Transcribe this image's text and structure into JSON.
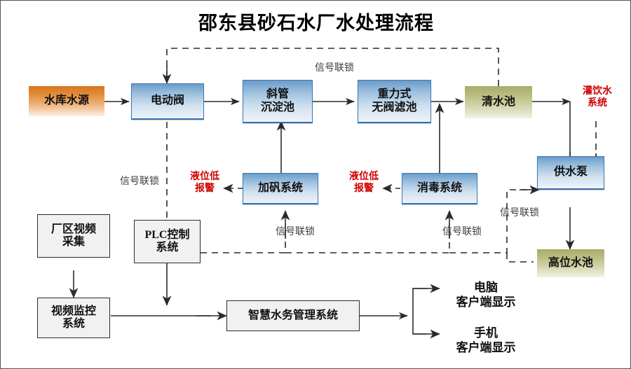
{
  "title": "邵东县砂石水厂水处理流程",
  "nodes": {
    "source": "水库水源",
    "valve": "电动阀",
    "settling": "斜管\n沉淀池",
    "settling_l1": "斜管",
    "settling_l2": "沉淀池",
    "filter_l1": "重力式",
    "filter_l2": "无阀滤池",
    "clearwell": "清水池",
    "alum": "加矾系统",
    "disinfect": "消毒系统",
    "pump": "供水泵",
    "hightank": "高位水池",
    "plc_l1": "PLC控制",
    "plc_l2": "系统",
    "video_capture_l1": "厂区视频",
    "video_capture_l2": "采集",
    "video_monitor_l1": "视频监控",
    "video_monitor_l2": "系统",
    "smart_water": "智慧水务管理系统"
  },
  "annotations": {
    "drinking_l1": "灌饮水",
    "drinking_l2": "系统",
    "alarm_l1": "液位低",
    "alarm_l2": "报警",
    "pc_client_l1": "电脑",
    "pc_client_l2": "客户端显示",
    "mobile_client_l1": "手机",
    "mobile_client_l2": "客户端显示"
  },
  "interlocks": {
    "top": "信号联锁",
    "left": "信号联锁",
    "alum": "信号联锁",
    "disinfect": "信号联锁",
    "pump": "信号联锁"
  },
  "colors": {
    "blue_node": "#9cc0de",
    "orange_node": "#e08b37",
    "olive_node": "#bcbf84",
    "plain_node": "#f1f1f1",
    "alarm_red": "#d00000",
    "wire": "#2b2b2b"
  }
}
